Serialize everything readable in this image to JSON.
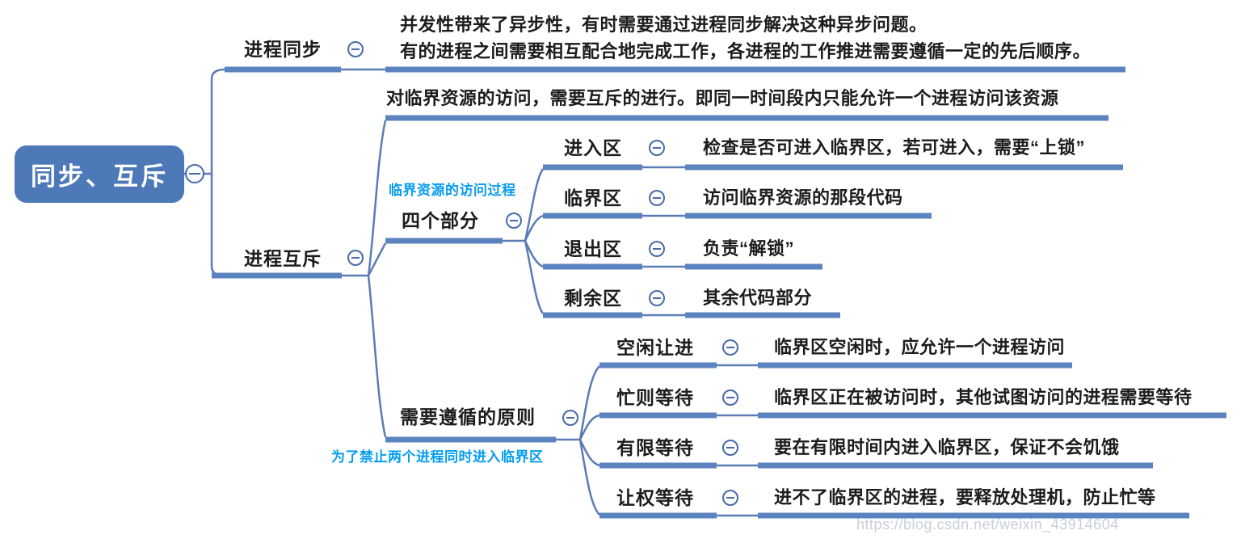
{
  "palette": {
    "root_node_fill": "#4d79b8",
    "branch_line_thick": "#5b83bf",
    "branch_line_thin": "#5b7cb4",
    "collapse_icon_blue": "#4a6aa8",
    "text_dark": "#1c1c1c",
    "annotation_blue": "#069df0",
    "watermark_gray": "#c5ccd6",
    "background": "#ffffff"
  },
  "root": {
    "label": "同步、互斥"
  },
  "sync": {
    "label": "进程同步",
    "desc1": "并发性带来了异步性，有时需要通过进程同步解决这种异步问题。",
    "desc2": "有的进程之间需要相互配合地完成工作，各进程的工作推进需要遵循一定的先后顺序。"
  },
  "mutex": {
    "label": "进程互斥",
    "desc": "对临界资源的访问，需要互斥的进行。即同一时间段内只能允许一个进程访问该资源",
    "four_parts": {
      "label": "四个部分",
      "annotation": "临界资源的访问过程",
      "children": [
        {
          "label": "进入区",
          "desc": "检查是否可进入临界区，若可进入，需要“上锁”"
        },
        {
          "label": "临界区",
          "desc": "访问临界资源的那段代码"
        },
        {
          "label": "退出区",
          "desc": "负责“解锁”"
        },
        {
          "label": "剩余区",
          "desc": "其余代码部分"
        }
      ]
    },
    "principles": {
      "label": "需要遵循的原则",
      "annotation": "为了禁止两个进程同时进入临界区",
      "children": [
        {
          "label": "空闲让进",
          "desc": "临界区空闲时，应允许一个进程访问"
        },
        {
          "label": "忙则等待",
          "desc": "临界区正在被访问时，其他试图访问的进程需要等待"
        },
        {
          "label": "有限等待",
          "desc": "要在有限时间内进入临界区，保证不会饥饿"
        },
        {
          "label": "让权等待",
          "desc": "进不了临界区的进程，要释放处理机，防止忙等"
        }
      ]
    }
  },
  "watermark": "https://blog.csdn.net/weixin_43914604"
}
